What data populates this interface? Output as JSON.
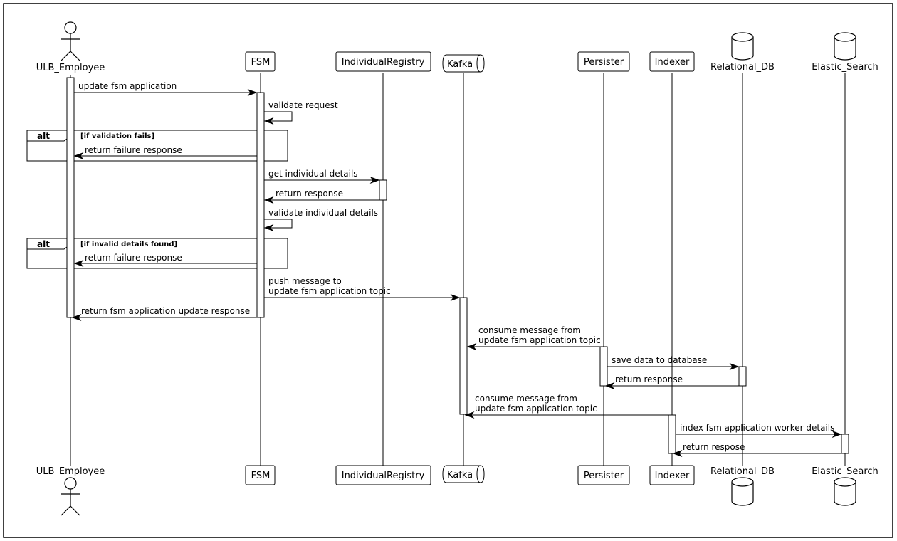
{
  "participants": [
    {
      "id": "employee",
      "label": "ULB_Employee",
      "kind": "actor"
    },
    {
      "id": "fsm",
      "label": "FSM",
      "kind": "participant"
    },
    {
      "id": "registry",
      "label": "IndividualRegistry",
      "kind": "participant"
    },
    {
      "id": "kafka",
      "label": "Kafka",
      "kind": "queue"
    },
    {
      "id": "persister",
      "label": "Persister",
      "kind": "participant"
    },
    {
      "id": "indexer",
      "label": "Indexer",
      "kind": "participant"
    },
    {
      "id": "reldb",
      "label": "Relational_DB",
      "kind": "database"
    },
    {
      "id": "elastic",
      "label": "Elastic_Search",
      "kind": "database"
    }
  ],
  "messages": [
    {
      "from": "employee",
      "to": "fsm",
      "lines": [
        "update fsm application"
      ]
    },
    {
      "from": "fsm",
      "to": "fsm",
      "lines": [
        "validate request"
      ]
    },
    {
      "from": "fsm",
      "to": "employee",
      "lines": [
        "return failure response"
      ]
    },
    {
      "from": "fsm",
      "to": "registry",
      "lines": [
        "get individual details"
      ]
    },
    {
      "from": "registry",
      "to": "fsm",
      "lines": [
        "return response"
      ]
    },
    {
      "from": "fsm",
      "to": "fsm",
      "lines": [
        "validate individual details"
      ]
    },
    {
      "from": "fsm",
      "to": "employee",
      "lines": [
        "return failure response"
      ]
    },
    {
      "from": "fsm",
      "to": "kafka",
      "lines": [
        "push message to",
        "update fsm application topic"
      ]
    },
    {
      "from": "fsm",
      "to": "employee",
      "lines": [
        "return fsm application update response"
      ]
    },
    {
      "from": "persister",
      "to": "kafka",
      "lines": [
        "consume message from",
        "update fsm application topic"
      ]
    },
    {
      "from": "persister",
      "to": "reldb",
      "lines": [
        "save data to database"
      ]
    },
    {
      "from": "reldb",
      "to": "persister",
      "lines": [
        "return response"
      ]
    },
    {
      "from": "indexer",
      "to": "kafka",
      "lines": [
        "consume message from",
        "update fsm application topic"
      ]
    },
    {
      "from": "indexer",
      "to": "elastic",
      "lines": [
        "index fsm application worker details"
      ]
    },
    {
      "from": "elastic",
      "to": "indexer",
      "lines": [
        "return respose"
      ]
    }
  ],
  "fragments": [
    {
      "type": "alt",
      "title": "alt",
      "condition": "[if validation fails]"
    },
    {
      "type": "alt",
      "title": "alt",
      "condition": "[if invalid details found]"
    }
  ]
}
